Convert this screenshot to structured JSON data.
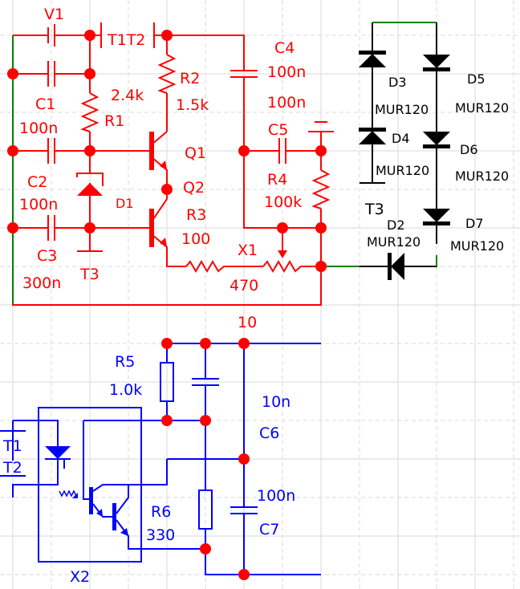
{
  "colors": {
    "upper_circuit": "#ff0000",
    "lower_circuit": "#0000ff",
    "bridge": "#000000",
    "ground_wire": "#008000",
    "junction": "#ff0000",
    "grid": "#e0e0e0",
    "background": "#ffffff"
  },
  "labels": {
    "V1": "V1",
    "T1T2": "T1T2",
    "C1": "C1",
    "C1_val": "100n",
    "R1": "R1",
    "R1_val": "2.4k",
    "R2": "R2",
    "R2_val": "1.5k",
    "C2": "C2",
    "C2_val": "100n",
    "C3": "C3",
    "C3_val": "300n",
    "D1": "D1",
    "T3_upper": "T3",
    "Q1": "Q1",
    "Q2": "Q2",
    "R3": "R3",
    "R3_val": "100",
    "X1": "X1",
    "X1_val": "470",
    "C4": "C4",
    "C4_val": "100n",
    "C5": "C5",
    "C5_val": "100n",
    "R4": "R4",
    "R4_val": "100k",
    "D3": "D3",
    "D3_model": "MUR120",
    "D4": "D4",
    "D4_model": "MUR120",
    "D5": "D5",
    "D5_model": "MUR120",
    "D6": "D6",
    "D6_model": "MUR120",
    "D7": "D7",
    "D7_model": "MUR120",
    "D2": "D2",
    "D2_model": "MUR120",
    "T3_bridge": "T3",
    "net10": "10",
    "R5": "R5",
    "R5_val": "1.0k",
    "C6": "C6",
    "C6_val": "10n",
    "C7": "C7",
    "C7_val": "100n",
    "R6": "R6",
    "R6_val": "330",
    "X2": "X2",
    "T1": "T1",
    "T2": "T2"
  }
}
